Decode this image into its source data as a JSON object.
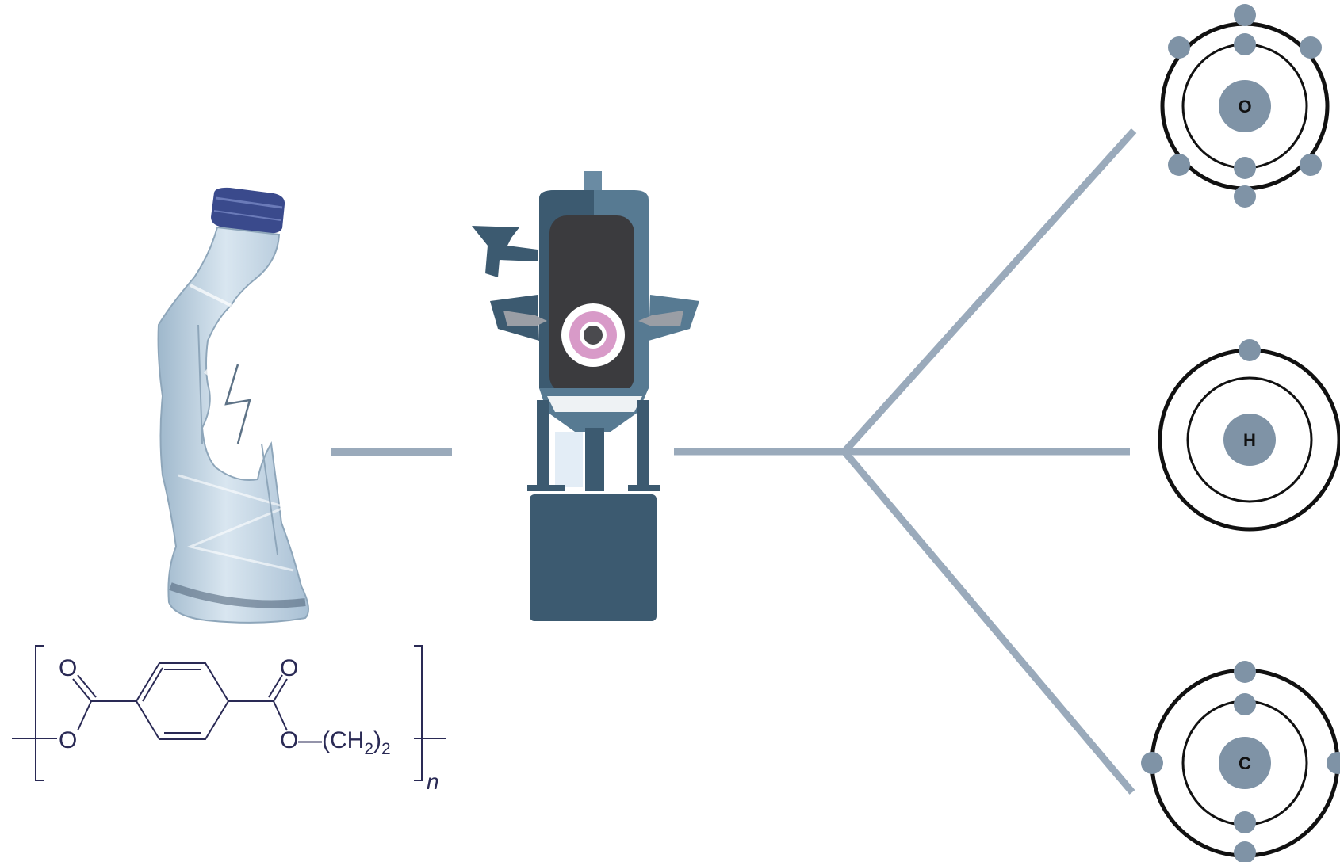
{
  "colors": {
    "connector": "#9aaabb",
    "electron": "#7f93a6",
    "nucleus": "#7f93a6",
    "orbit": "#111111",
    "bottle": "#b9cfe0",
    "bottle_cap": "#3a4a8c",
    "reactor_dark": "#3c5a70",
    "reactor_mid": "#577a92",
    "reactor_core": "#3b3b3e",
    "plasma_ring": "#d89ac8",
    "formula": "#2a2a55"
  },
  "icons": {
    "bottle": "crushed-plastic-bottle-icon",
    "reactor": "plasma-reactor-icon"
  },
  "formula": {
    "oxygen_left_carbonyl": "O",
    "oxygen_left_ester": "O",
    "oxygen_right_carbonyl": "O",
    "oxygen_right_ester": "O",
    "chain_open": "—(CH",
    "chain_sub": "2",
    "chain_close": ")",
    "chain_sub2": "2",
    "repeat": "n"
  },
  "atoms": [
    {
      "symbol": "O",
      "electrons": 8
    },
    {
      "symbol": "H",
      "electrons": 1
    },
    {
      "symbol": "C",
      "electrons": 6
    }
  ]
}
